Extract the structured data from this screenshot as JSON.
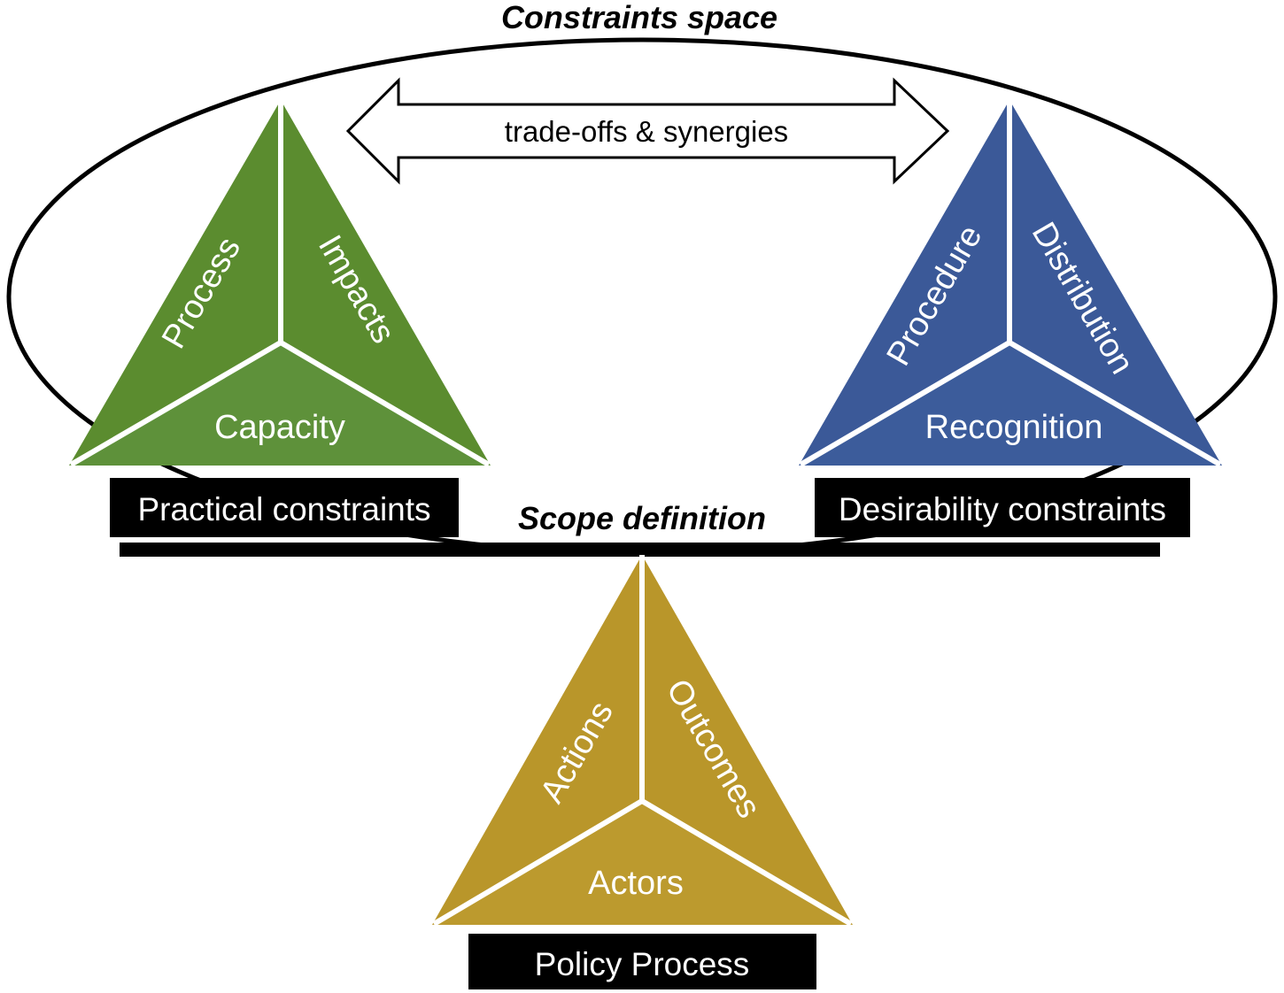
{
  "title": "Constraints space",
  "arrow_label": "trade-offs & synergies",
  "scope_label": "Scope definition",
  "colors": {
    "practical": "#5b8c2f",
    "practical_bottom": "#5e913a",
    "desirability": "#3b5998",
    "desirability_bottom": "#3c5c9b",
    "policy": "#b9962a",
    "policy_bottom": "#bc9a2e"
  },
  "practical": {
    "box_label": "Practical constraints",
    "left_face": "Process",
    "right_face": "Impacts",
    "bottom_face": "Capacity"
  },
  "desirability": {
    "box_label": "Desirability constraints",
    "left_face": "Procedure",
    "right_face": "Distribution",
    "bottom_face": "Recognition"
  },
  "policy": {
    "box_label": "Policy Process",
    "left_face": "Actions",
    "right_face": "Outcomes",
    "bottom_face": "Actors"
  }
}
